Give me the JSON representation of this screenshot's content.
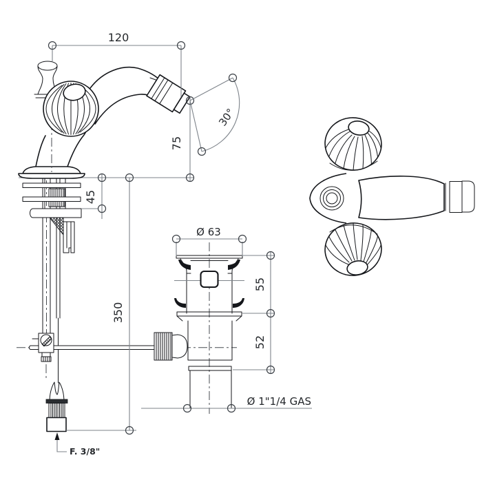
{
  "meta": {
    "background": "#ffffff",
    "line_color": "#14161a",
    "dim_line_color": "#7d838a",
    "text_color": "#24272b"
  },
  "labels": {
    "spout_reach": "120",
    "spout_height": "75",
    "spout_angle": "30°",
    "deck_clamp": "45",
    "supply_length": "350",
    "waste_flange_dia": "Ø 63",
    "waste_upper_height": "55",
    "waste_lower_height": "52",
    "waste_thread": "Ø 1\"1/4 GAS",
    "supply_thread": "F. 3/8\""
  }
}
